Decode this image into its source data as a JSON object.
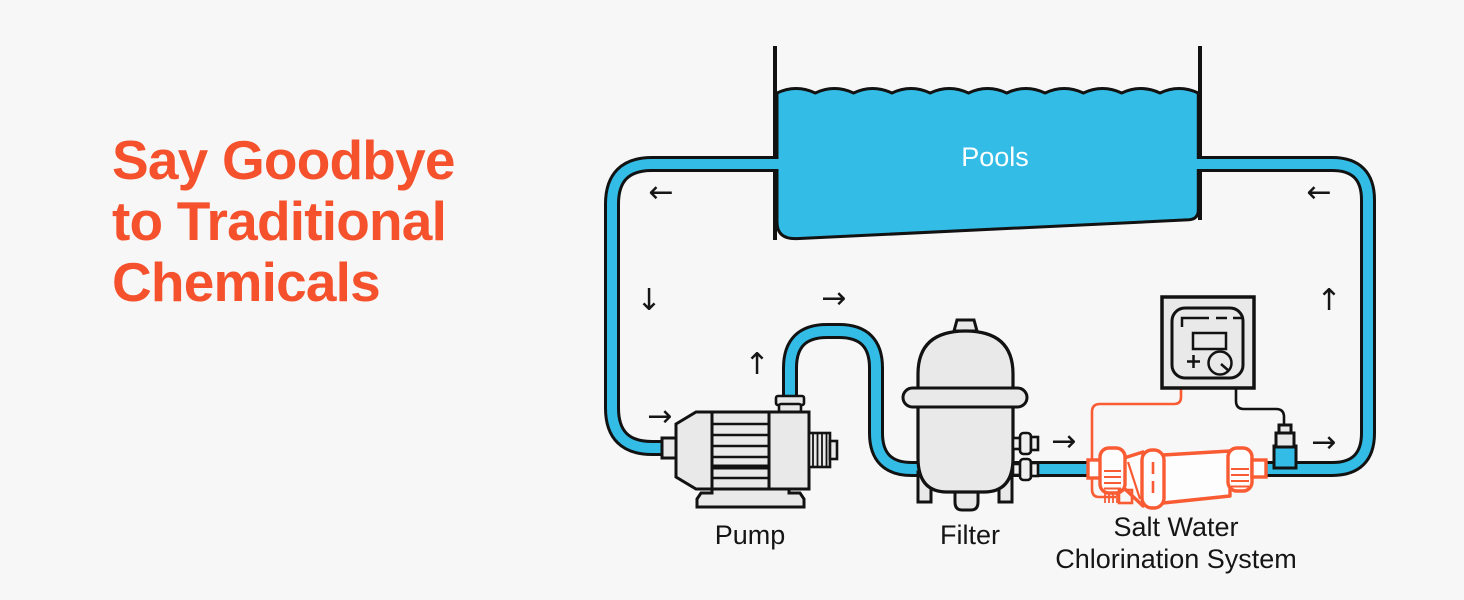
{
  "heading": {
    "line1": "Say Goodbye",
    "line2": "to Traditional",
    "line3": "Chemicals"
  },
  "diagram": {
    "pool_label": "Pools",
    "pump_label": "Pump",
    "filter_label": "Filter",
    "chlorinator_label_line1": "Salt Water",
    "chlorinator_label_line2": "Chlorination System",
    "arrows": [
      {
        "glyph": "←",
        "position": "top-left-to-pipe"
      },
      {
        "glyph": "↓",
        "position": "left-pipe-down"
      },
      {
        "glyph": "→",
        "position": "into-pump"
      },
      {
        "glyph": "↑",
        "position": "pump-outlet-up"
      },
      {
        "glyph": "→",
        "position": "pump-to-filter"
      },
      {
        "glyph": "→",
        "position": "filter-to-chlorinator"
      },
      {
        "glyph": "→",
        "position": "chlorinator-to-right-pipe"
      },
      {
        "glyph": "↑",
        "position": "right-pipe-up"
      },
      {
        "glyph": "←",
        "position": "top-right-into-pool"
      }
    ]
  },
  "colors": {
    "background": "#F7F7F7",
    "heading_orange": "#F4512C",
    "water_pipe_blue": "#33BCE6",
    "chlorinator_orange": "#F95B33",
    "equipment_gray": "#E9E9E9",
    "outline_black": "#121212",
    "label_black": "#151515",
    "pool_label_white": "#FFFFFF"
  }
}
